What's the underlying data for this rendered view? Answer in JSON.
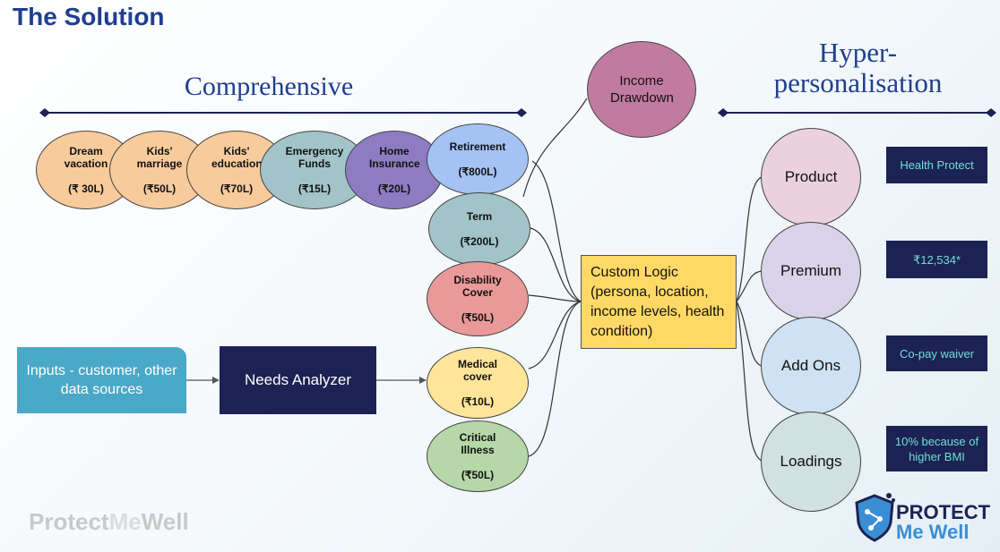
{
  "title": "The Solution",
  "comprehensive": {
    "title": "Comprehensive"
  },
  "hyper": {
    "title_line1": "Hyper-",
    "title_line2": "personalisation"
  },
  "goals": [
    {
      "label": "Dream vacation",
      "amount": "(₹ 30L)",
      "color": "#f8cb9c"
    },
    {
      "label": "Kids' marriage",
      "amount": "(₹50L)",
      "color": "#f8cb9c"
    },
    {
      "label": "Kids' education",
      "amount": "(₹70L)",
      "color": "#f8cb9c"
    },
    {
      "label": "Emergency Funds",
      "amount": "(₹15L)",
      "color": "#a2c4c9"
    },
    {
      "label": "Home Insurance",
      "amount": "(₹20L)",
      "color": "#8e7cc3"
    },
    {
      "label": "Retirement",
      "amount": "(₹800L)",
      "color": "#a4c2f4"
    }
  ],
  "covers": [
    {
      "label": "Term",
      "amount": "(₹200L)",
      "color": "#a2c4c9"
    },
    {
      "label": "Disability Cover",
      "amount": "(₹50L)",
      "color": "#ea9999"
    },
    {
      "label": "Medical cover",
      "amount": "(₹10L)",
      "color": "#ffe599"
    },
    {
      "label": "Critical Illness",
      "amount": "(₹50L)",
      "color": "#b6d7a8"
    }
  ],
  "income_drawdown": {
    "label": "Income Drawdown",
    "color": "#c27ba0"
  },
  "inputs": {
    "label": "Inputs - customer, other data sources"
  },
  "needs_analyzer": {
    "label": "Needs Analyzer"
  },
  "custom_logic": {
    "label": "Custom Logic (persona, location, income levels, health condition)"
  },
  "personalisation": [
    {
      "label": "Product",
      "value": "Health Protect",
      "color": "#ead1dc"
    },
    {
      "label": "Premium",
      "value": "₹12,534*",
      "color": "#d9d2e9"
    },
    {
      "label": "Add Ons",
      "value": "Co-pay waiver",
      "color": "#cfe2f3"
    },
    {
      "label": "Loadings",
      "value": "10% because of higher BMI",
      "color": "#d0e0e3"
    }
  ],
  "brand": {
    "part1": "Protect",
    "part2": "Me",
    "part3": "Well"
  },
  "logo": {
    "line1": "PROTECT",
    "line2": "Me Well"
  }
}
